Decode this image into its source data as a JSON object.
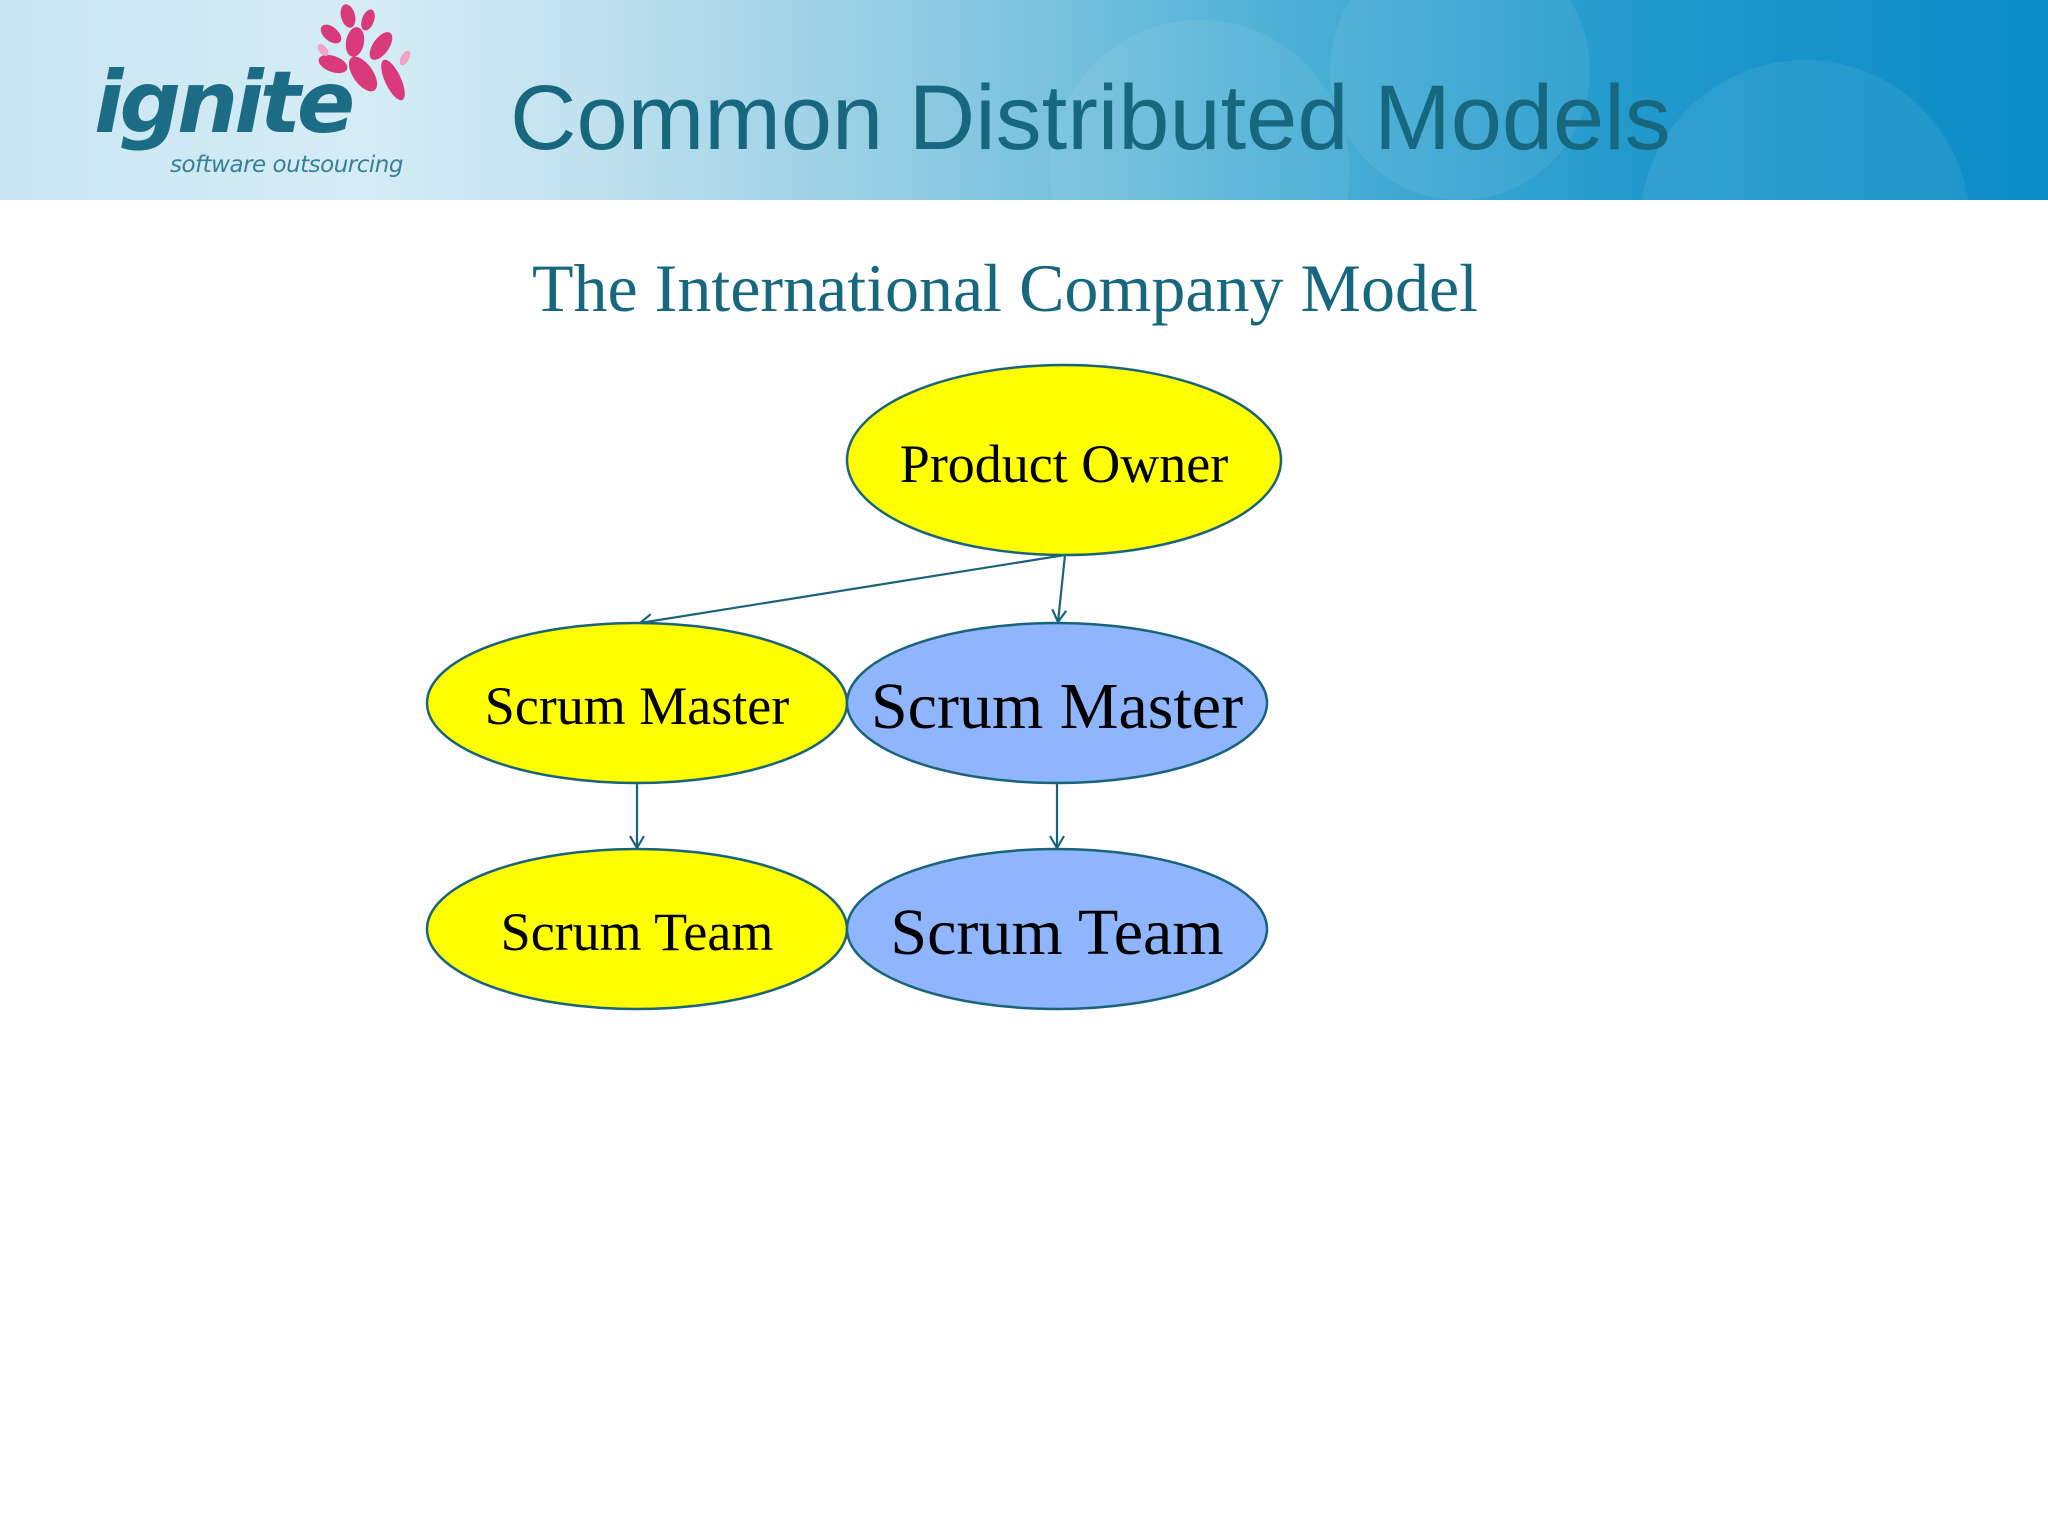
{
  "header": {
    "title": "Common Distributed Models",
    "logo": {
      "wordmark": "ignite",
      "tagline": "software outsourcing"
    }
  },
  "slide": {
    "subtitle": "The International Company Model"
  },
  "diagram": {
    "nodes": [
      {
        "id": "product-owner",
        "label": "Product Owner",
        "color": "#ffff00"
      },
      {
        "id": "scrum-master-local",
        "label": "Scrum Master",
        "color": "#ffff00"
      },
      {
        "id": "scrum-master-remote",
        "label": "Scrum Master",
        "color": "#8fb6fc"
      },
      {
        "id": "scrum-team-local",
        "label": "Scrum Team",
        "color": "#ffff00"
      },
      {
        "id": "scrum-team-remote",
        "label": "Scrum Team",
        "color": "#8fb6fc"
      }
    ],
    "edges": [
      {
        "from": "product-owner",
        "to": "scrum-master-local"
      },
      {
        "from": "product-owner",
        "to": "scrum-master-remote"
      },
      {
        "from": "scrum-master-local",
        "to": "scrum-team-local"
      },
      {
        "from": "scrum-master-remote",
        "to": "scrum-team-remote"
      }
    ],
    "outline_color": "#1a647a"
  }
}
